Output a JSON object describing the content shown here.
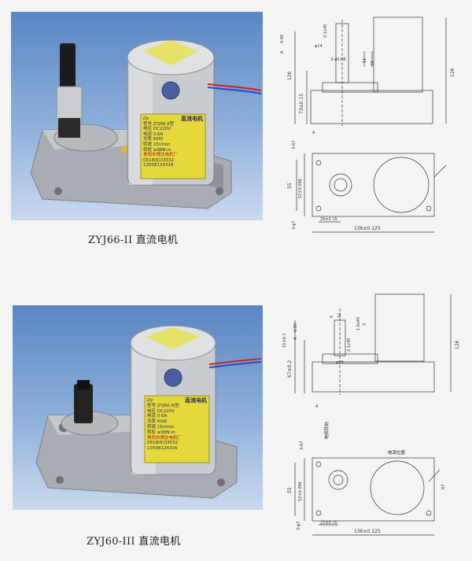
{
  "products": [
    {
      "caption": "ZYJ66-II 直流电机",
      "nameplate": {
        "title": "直流电机",
        "brand": "Dy",
        "lines": [
          "型号 ZYJ66-II型",
          "电压 DC220V",
          "电流 0.6A",
          "功率 60W",
          "转速 15r/min",
          "转矩 ≥98N.m"
        ],
        "maker": "贵阳市博达电机厂",
        "phone1": "0518(6)33532",
        "phone2": "13508124316"
      },
      "drawing": {
        "top_dims": [
          "0.06",
          "A",
          "φ14",
          "2-1x45",
          "3-φ0.08",
          "11",
          "18",
          "126",
          "126",
          "73±0.15",
          "A"
        ],
        "bottom_dims": [
          "3-R7",
          "55",
          "52±0.096",
          "3-φ7",
          "29±0.15",
          "136±0.125"
        ]
      }
    },
    {
      "caption": "ZYJ60-III 直流电机",
      "nameplate": {
        "title": "直流电机",
        "brand": "Dy",
        "lines": [
          "型号 ZYJ60-III型",
          "电压 DC220V",
          "电流 0.6A",
          "功率 60W",
          "转速 15r/min",
          "转矩 ≥98N.m"
        ],
        "maker": "贵阳市博达电机厂",
        "phone1": "0518(6)33532",
        "phone2": "13508124316"
      },
      "drawing": {
        "top_dims": [
          "0.06",
          "A",
          "6",
          "12",
          "1.6x45",
          "3",
          "2-1x45",
          "φ20",
          "15±0.1",
          "126",
          "67±0.2",
          "A"
        ],
        "bottom_dims": [
          "3-R7",
          "电机转向",
          "电源位置",
          "55",
          "52±0.096",
          "3-φ7",
          "R7",
          "23±0.15",
          "136±0.125"
        ]
      }
    }
  ]
}
